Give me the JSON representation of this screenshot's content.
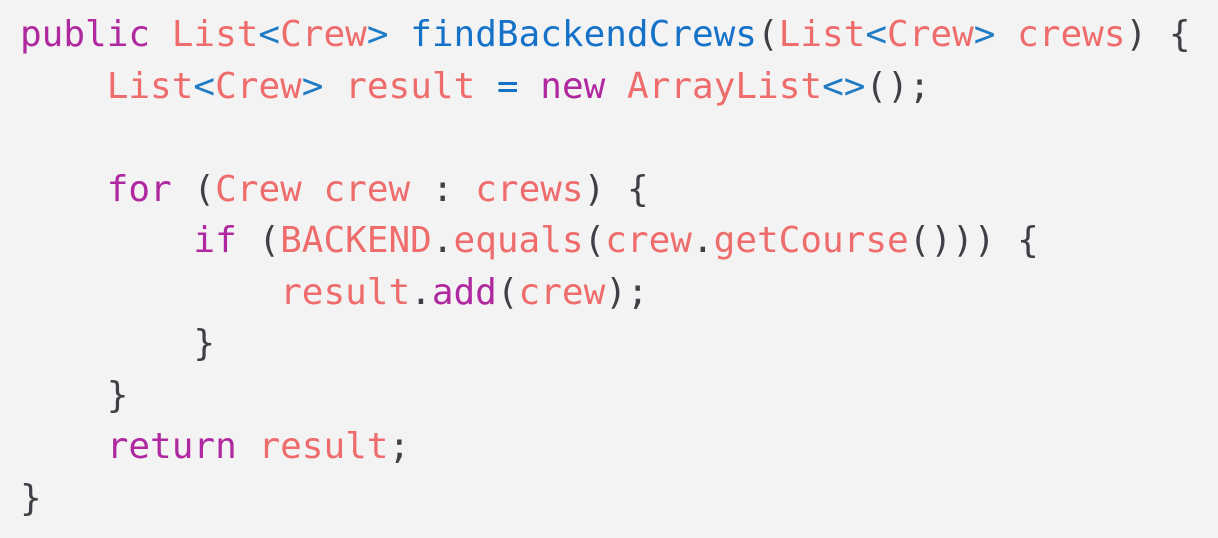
{
  "editor": {
    "colors": {
      "background": "#f3f3f3",
      "keyword": "#b0289f",
      "type": "#ee6c6c",
      "generic": "#1f7bc4",
      "function": "#1672c9",
      "punctuation": "#3f3f46"
    },
    "lines": [
      [
        {
          "t": "keyword",
          "v": "public "
        },
        {
          "t": "type",
          "v": "List"
        },
        {
          "t": "generic",
          "v": "<"
        },
        {
          "t": "type",
          "v": "Crew"
        },
        {
          "t": "generic",
          "v": ">"
        },
        {
          "t": "punct",
          "v": " "
        },
        {
          "t": "function",
          "v": "findBackendCrews"
        },
        {
          "t": "punct",
          "v": "("
        },
        {
          "t": "type",
          "v": "List"
        },
        {
          "t": "generic",
          "v": "<"
        },
        {
          "t": "type",
          "v": "Crew"
        },
        {
          "t": "generic",
          "v": ">"
        },
        {
          "t": "punct",
          "v": " "
        },
        {
          "t": "ident",
          "v": "crews"
        },
        {
          "t": "punct",
          "v": ") {"
        }
      ],
      [
        {
          "t": "punct",
          "v": "    "
        },
        {
          "t": "type",
          "v": "List"
        },
        {
          "t": "generic",
          "v": "<"
        },
        {
          "t": "type",
          "v": "Crew"
        },
        {
          "t": "generic",
          "v": ">"
        },
        {
          "t": "punct",
          "v": " "
        },
        {
          "t": "ident",
          "v": "result"
        },
        {
          "t": "punct",
          "v": " "
        },
        {
          "t": "function",
          "v": "="
        },
        {
          "t": "punct",
          "v": " "
        },
        {
          "t": "keyword",
          "v": "new"
        },
        {
          "t": "punct",
          "v": " "
        },
        {
          "t": "type",
          "v": "ArrayList"
        },
        {
          "t": "generic",
          "v": "<>"
        },
        {
          "t": "punct",
          "v": "();"
        }
      ],
      [],
      [
        {
          "t": "punct",
          "v": "    "
        },
        {
          "t": "keyword",
          "v": "for"
        },
        {
          "t": "punct",
          "v": " ("
        },
        {
          "t": "type",
          "v": "Crew"
        },
        {
          "t": "punct",
          "v": " "
        },
        {
          "t": "ident",
          "v": "crew"
        },
        {
          "t": "punct",
          "v": " : "
        },
        {
          "t": "ident",
          "v": "crews"
        },
        {
          "t": "punct",
          "v": ") {"
        }
      ],
      [
        {
          "t": "punct",
          "v": "        "
        },
        {
          "t": "keyword",
          "v": "if"
        },
        {
          "t": "punct",
          "v": " ("
        },
        {
          "t": "const",
          "v": "BACKEND"
        },
        {
          "t": "punct",
          "v": "."
        },
        {
          "t": "method",
          "v": "equals"
        },
        {
          "t": "punct",
          "v": "("
        },
        {
          "t": "ident",
          "v": "crew"
        },
        {
          "t": "punct",
          "v": "."
        },
        {
          "t": "method",
          "v": "getCourse"
        },
        {
          "t": "punct",
          "v": "())) {"
        }
      ],
      [
        {
          "t": "punct",
          "v": "            "
        },
        {
          "t": "ident",
          "v": "result"
        },
        {
          "t": "punct",
          "v": "."
        },
        {
          "t": "method2",
          "v": "add"
        },
        {
          "t": "punct",
          "v": "("
        },
        {
          "t": "ident",
          "v": "crew"
        },
        {
          "t": "punct",
          "v": ");"
        }
      ],
      [
        {
          "t": "punct",
          "v": "        }"
        }
      ],
      [
        {
          "t": "punct",
          "v": "    }"
        }
      ],
      [
        {
          "t": "punct",
          "v": "    "
        },
        {
          "t": "keyword",
          "v": "return"
        },
        {
          "t": "punct",
          "v": " "
        },
        {
          "t": "ident",
          "v": "result"
        },
        {
          "t": "punct",
          "v": ";"
        }
      ],
      [
        {
          "t": "punct",
          "v": "}"
        }
      ]
    ]
  }
}
